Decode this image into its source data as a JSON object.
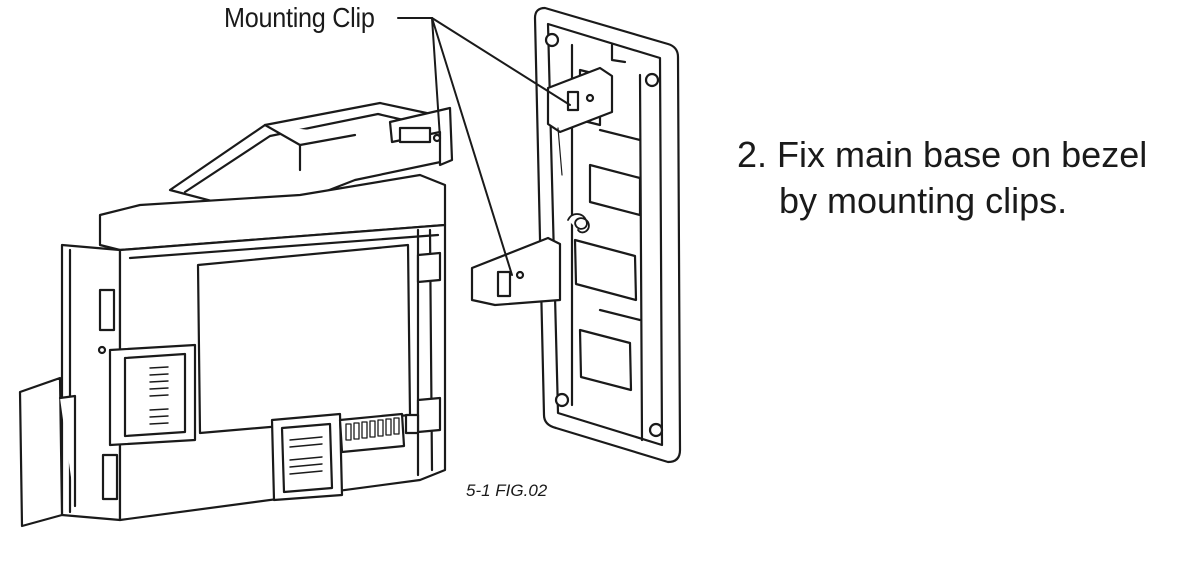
{
  "callout": {
    "label": "Mounting Clip"
  },
  "figure": {
    "caption": "5-1 FIG.02"
  },
  "instruction": {
    "line1": "2. Fix main base on bezel",
    "line2": "by mounting clips."
  },
  "colors": {
    "ink": "#1a1a1a",
    "fill": "#ffffff",
    "shade": "#f2f2f2"
  }
}
